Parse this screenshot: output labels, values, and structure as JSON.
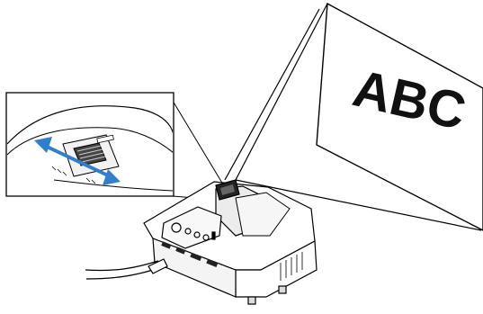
{
  "screen": {
    "text": "ABC"
  },
  "colors": {
    "arrow": "#2f7fd0",
    "line": "#000000",
    "screen_fill": "#ffffff",
    "projector_shade": "#e8e8e8"
  },
  "icons": {
    "focus_arrow": "double-headed-arrow",
    "cable": "power-cable"
  }
}
